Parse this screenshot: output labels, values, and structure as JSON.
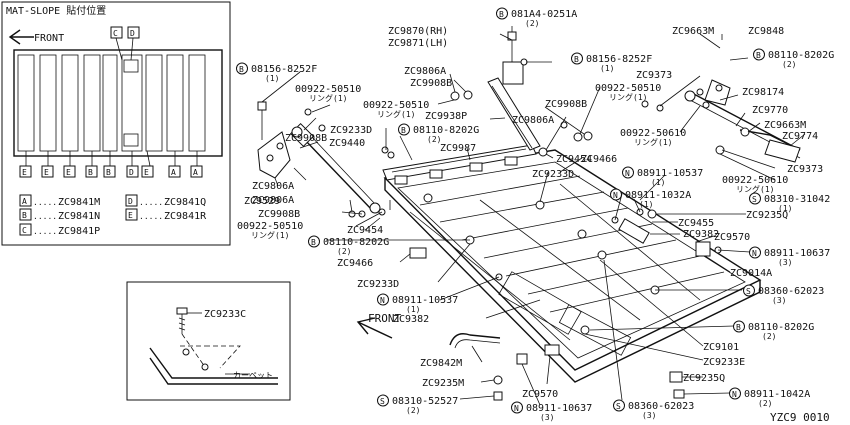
{
  "inset": {
    "title": "MAT-SLOPE 貼付位置",
    "front": "FRONT",
    "top_letters": [
      "C",
      "D"
    ],
    "bottom_letters": [
      "E",
      "E",
      "E",
      "B",
      "B",
      "D",
      "E",
      "A",
      "A"
    ],
    "legend": [
      {
        "key": "A",
        "code": "ZC9841M"
      },
      {
        "key": "B",
        "code": "ZC9841N"
      },
      {
        "key": "C",
        "code": "ZC9841P"
      },
      {
        "key": "D",
        "code": "ZC9841Q"
      },
      {
        "key": "E",
        "code": "ZC9841R"
      }
    ],
    "dots": "......"
  },
  "detail": {
    "part": "ZC9233C",
    "carpet": "カーペット"
  },
  "front_label": "FRONT",
  "ring_label": "リング",
  "footer": "YZC9  0010",
  "callouts": [
    {
      "id": "B",
      "text": "081A4-0251A",
      "qty": "(2)"
    },
    {
      "id": "",
      "text": "ZC9870(RH)",
      "qty": ""
    },
    {
      "id": "",
      "text": "ZC9871(LH)",
      "qty": ""
    },
    {
      "id": "B",
      "text": "08156-8252F",
      "qty": "(1)"
    },
    {
      "id": "",
      "text": "ZC9663M",
      "qty": ""
    },
    {
      "id": "",
      "text": "ZC9848",
      "qty": ""
    },
    {
      "id": "B",
      "text": "08110-8202G",
      "qty": "(2)"
    },
    {
      "id": "B",
      "text": "08156-8252F",
      "qty": "(1)"
    },
    {
      "id": "",
      "text": "ZC9806A",
      "qty": ""
    },
    {
      "id": "",
      "text": "ZC9908B",
      "qty": ""
    },
    {
      "id": "",
      "text": "00922-50510",
      "qty": "リング(1)"
    },
    {
      "id": "",
      "text": "ZC9373",
      "qty": ""
    },
    {
      "id": "",
      "text": "00922-50510",
      "qty": "リング(1)"
    },
    {
      "id": "",
      "text": "ZC98174",
      "qty": ""
    },
    {
      "id": "",
      "text": "00922-50510",
      "qty": "リング(1)"
    },
    {
      "id": "",
      "text": "ZC9908B",
      "qty": ""
    },
    {
      "id": "",
      "text": "ZC9770",
      "qty": ""
    },
    {
      "id": "",
      "text": "ZC9938P",
      "qty": ""
    },
    {
      "id": "",
      "text": "ZC9806A",
      "qty": ""
    },
    {
      "id": "",
      "text": "ZC9663M",
      "qty": ""
    },
    {
      "id": "",
      "text": "00922-50610",
      "qty": "リング(1)"
    },
    {
      "id": "",
      "text": "ZC9774",
      "qty": ""
    },
    {
      "id": "",
      "text": "ZC9908B",
      "qty": ""
    },
    {
      "id": "",
      "text": "ZC9233D",
      "qty": ""
    },
    {
      "id": "B",
      "text": "08110-8202G",
      "qty": "(2)"
    },
    {
      "id": "",
      "text": "ZC9987",
      "qty": ""
    },
    {
      "id": "",
      "text": "ZC9454",
      "qty": ""
    },
    {
      "id": "",
      "text": "ZC9466",
      "qty": ""
    },
    {
      "id": "",
      "text": "ZC9440",
      "qty": ""
    },
    {
      "id": "",
      "text": "ZC9233D",
      "qty": ""
    },
    {
      "id": "N",
      "text": "08911-10537",
      "qty": "(1)"
    },
    {
      "id": "",
      "text": "ZC9373",
      "qty": ""
    },
    {
      "id": "",
      "text": "00922-50610",
      "qty": "リング(1)"
    },
    {
      "id": "",
      "text": "ZC9806A",
      "qty": ""
    },
    {
      "id": "",
      "text": "ZC9529",
      "qty": ""
    },
    {
      "id": "",
      "text": "ZC9806A",
      "qty": ""
    },
    {
      "id": "",
      "text": "ZC9908B",
      "qty": ""
    },
    {
      "id": "N",
      "text": "08911-1032A",
      "qty": "(1)"
    },
    {
      "id": "S",
      "text": "08310-31042",
      "qty": "(1)"
    },
    {
      "id": "",
      "text": "ZC9235Q",
      "qty": ""
    },
    {
      "id": "",
      "text": "00922-50510",
      "qty": "リング(1)"
    },
    {
      "id": "",
      "text": "ZC9454",
      "qty": ""
    },
    {
      "id": "",
      "text": "ZC9455",
      "qty": ""
    },
    {
      "id": "B",
      "text": "08110-8202G",
      "qty": "(2)"
    },
    {
      "id": "",
      "text": "ZC9382",
      "qty": ""
    },
    {
      "id": "",
      "text": "ZC9570",
      "qty": ""
    },
    {
      "id": "N",
      "text": "08911-10637",
      "qty": "(3)"
    },
    {
      "id": "",
      "text": "ZC9466",
      "qty": ""
    },
    {
      "id": "",
      "text": "ZC9014A",
      "qty": ""
    },
    {
      "id": "",
      "text": "ZC9233D",
      "qty": ""
    },
    {
      "id": "S",
      "text": "08360-62023",
      "qty": "(3)"
    },
    {
      "id": "N",
      "text": "08911-10537",
      "qty": "(1)"
    },
    {
      "id": "",
      "text": "ZC9382",
      "qty": ""
    },
    {
      "id": "B",
      "text": "08110-8202G",
      "qty": "(2)"
    },
    {
      "id": "",
      "text": "ZC9101",
      "qty": ""
    },
    {
      "id": "",
      "text": "ZC9842M",
      "qty": ""
    },
    {
      "id": "",
      "text": "ZC9233E",
      "qty": ""
    },
    {
      "id": "",
      "text": "ZC9235Q",
      "qty": ""
    },
    {
      "id": "",
      "text": "ZC9235M",
      "qty": ""
    },
    {
      "id": "",
      "text": "ZC9570",
      "qty": ""
    },
    {
      "id": "N",
      "text": "08911-1042A",
      "qty": "(2)"
    },
    {
      "id": "S",
      "text": "08310-52527",
      "qty": "(2)"
    },
    {
      "id": "N",
      "text": "08911-10637",
      "qty": "(3)"
    },
    {
      "id": "S",
      "text": "08360-62023",
      "qty": "(3)"
    }
  ]
}
